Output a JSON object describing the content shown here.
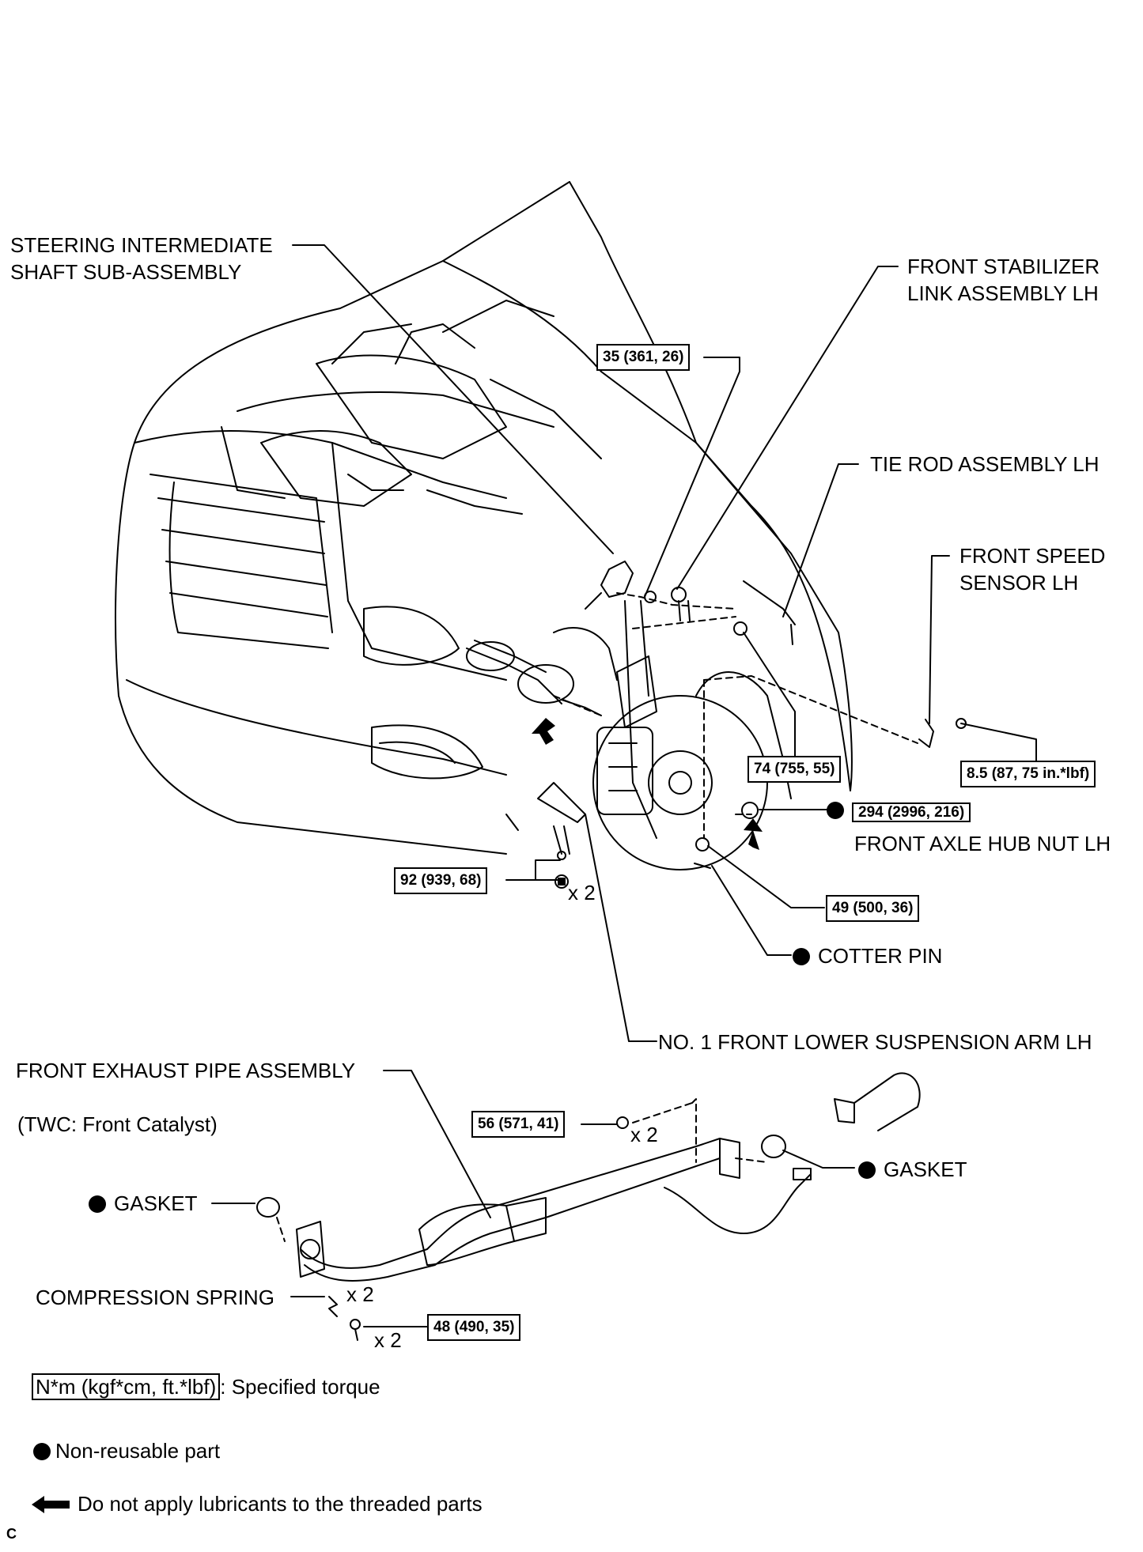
{
  "labels": {
    "steering_shaft": "STEERING INTERMEDIATE\nSHAFT SUB-ASSEMBLY",
    "stabilizer_link": "FRONT STABILIZER\nLINK ASSEMBLY LH",
    "tie_rod": "TIE ROD ASSEMBLY LH",
    "speed_sensor": "FRONT SPEED\nSENSOR LH",
    "hub_nut": "FRONT AXLE HUB NUT LH",
    "cotter_pin": "COTTER PIN",
    "lower_arm": "NO. 1 FRONT LOWER SUSPENSION ARM LH",
    "exhaust_pipe": "FRONT EXHAUST PIPE ASSEMBLY",
    "twc": "(TWC: Front Catalyst)",
    "gasket_left": "GASKET",
    "gasket_right": "GASKET",
    "compression_spring": "COMPRESSION SPRING"
  },
  "torques": {
    "t35": "35 (361, 26)",
    "t74": "74 (755, 55)",
    "t85": "8.5 (87, 75 in.*lbf)",
    "t294": "294 (2996, 216)",
    "t49": "49 (500, 36)",
    "t92": "92 (939, 68)",
    "t56": "56 (571, 41)",
    "t48": "48 (490, 35)"
  },
  "quantities": {
    "q92": "x 2",
    "q56": "x 2",
    "qspring": "x 2",
    "q48": "x 2"
  },
  "legend": {
    "torque_unit": "N*m (kgf*cm, ft.*lbf)",
    "torque_desc": ": Specified torque",
    "nonreusable": "Non-reusable part",
    "lubricant": "Do not apply lubricants to the threaded parts"
  },
  "corner_mark": "C"
}
